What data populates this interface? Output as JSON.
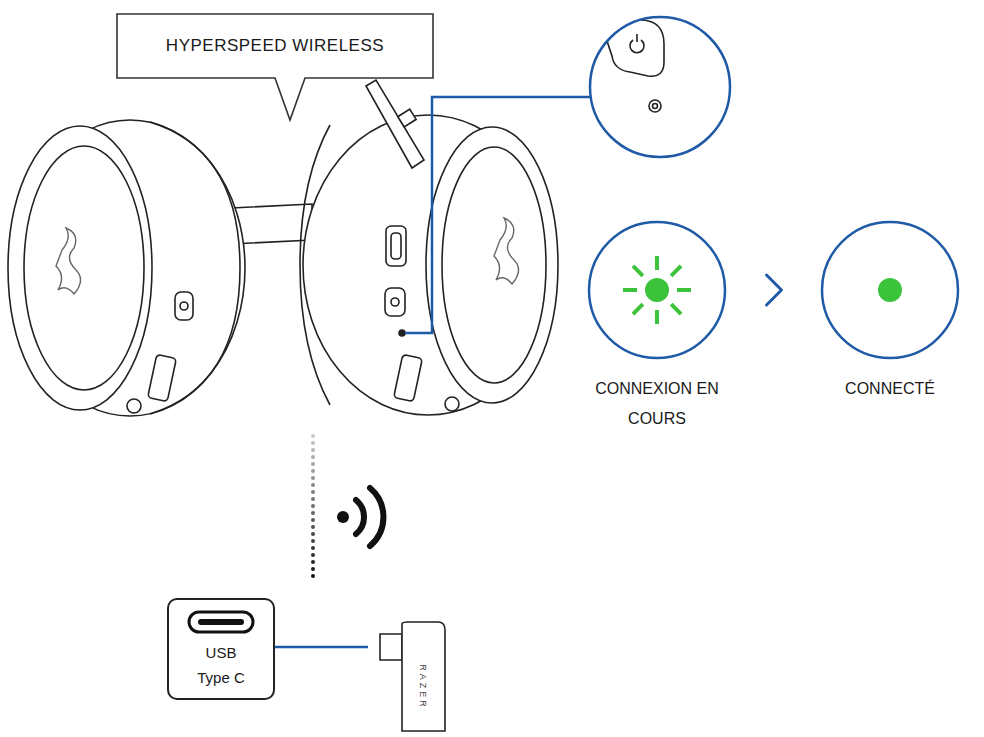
{
  "diagram": {
    "nodes": [
      {
        "text": [
          "HYPERSPEED WIRELESS"
        ]
      },
      {
        "text": [
          "CONNEXION EN COURS"
        ]
      },
      {
        "text": [
          "CONNECTÉ"
        ]
      },
      {
        "text": [
          "USB Type C"
        ]
      },
      {
        "text": [
          "RAZER"
        ]
      }
    ],
    "edges": [
      {
        "from": 1,
        "to": 2,
        "arrow": "to"
      },
      {
        "from": 4,
        "to": 3,
        "arrow": "to"
      }
    ]
  }
}
